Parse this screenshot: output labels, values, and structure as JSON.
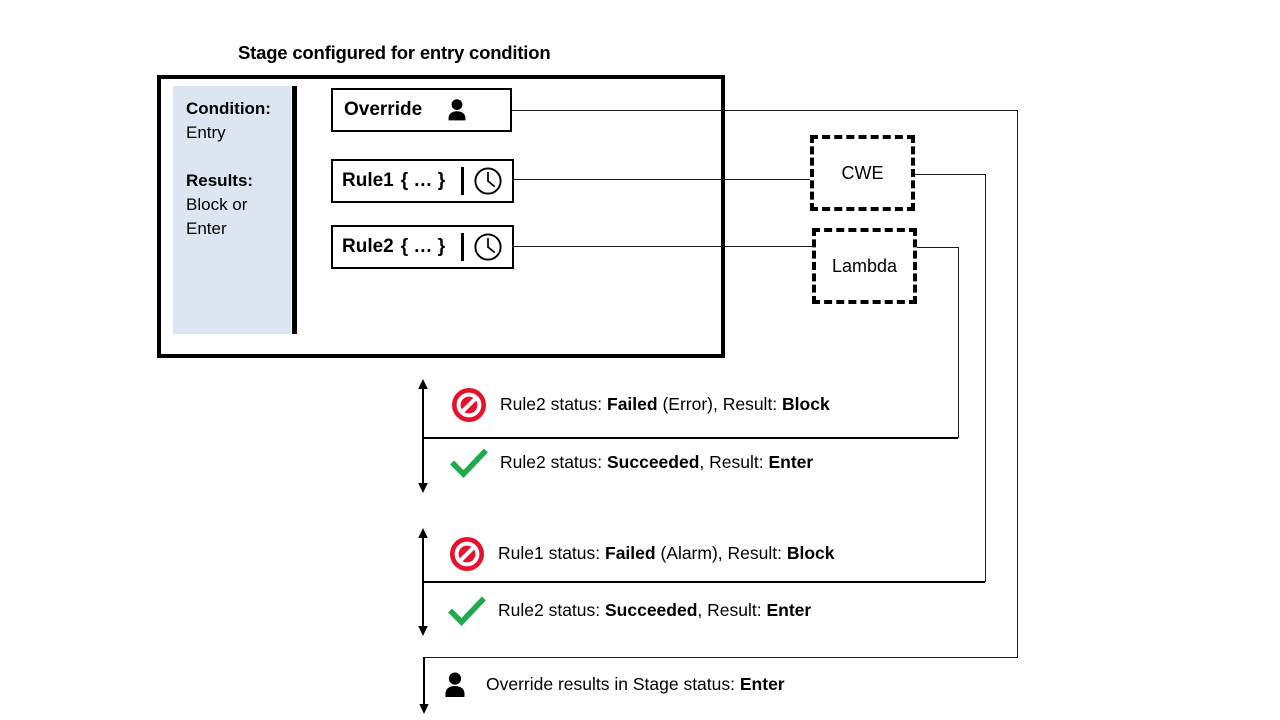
{
  "title": "Stage configured for entry condition",
  "stage": {
    "condition_panel": {
      "condition_label": "Condition:",
      "condition_value": "Entry",
      "results_label": "Results:",
      "results_value_line1": "Block or",
      "results_value_line2": "Enter"
    },
    "nodes": [
      {
        "id": "override",
        "label": "Override",
        "icon": "person-icon"
      },
      {
        "id": "rule1",
        "label": "Rule1",
        "braces": "{ … }",
        "icon": "clock-icon"
      },
      {
        "id": "rule2",
        "label": "Rule2",
        "braces": "{ … }",
        "icon": "clock-icon"
      }
    ]
  },
  "targets": [
    {
      "id": "cwe",
      "label": "CWE"
    },
    {
      "id": "lambda",
      "label": "Lambda"
    }
  ],
  "annotations": [
    {
      "id": "rule2-outcomes",
      "fail": {
        "icon": "no-entry-icon",
        "prefix": "Rule2 status: ",
        "status": "Failed",
        "middle": " (Error), Result: ",
        "result": "Block"
      },
      "pass": {
        "icon": "green-check-icon",
        "prefix": "Rule2 status: ",
        "status": "Succeeded",
        "middle": ", Result: ",
        "result": "Enter"
      }
    },
    {
      "id": "rule1-outcomes",
      "fail": {
        "icon": "no-entry-icon",
        "prefix": "Rule1 status: ",
        "status": "Failed",
        "middle": " (Alarm), Result: ",
        "result": "Block"
      },
      "pass": {
        "icon": "green-check-icon",
        "prefix": "Rule2 status: ",
        "status": "Succeeded",
        "middle": ", Result: ",
        "result": "Enter"
      }
    }
  ],
  "override_outcome": {
    "icon": "person-icon",
    "prefix": "Override results in Stage status: ",
    "result": "Enter"
  },
  "colors": {
    "panel_fill": "#dce6f3",
    "fail_red": "#e8102a",
    "pass_green": "#1faa4b",
    "line": "#1a1a1a"
  }
}
